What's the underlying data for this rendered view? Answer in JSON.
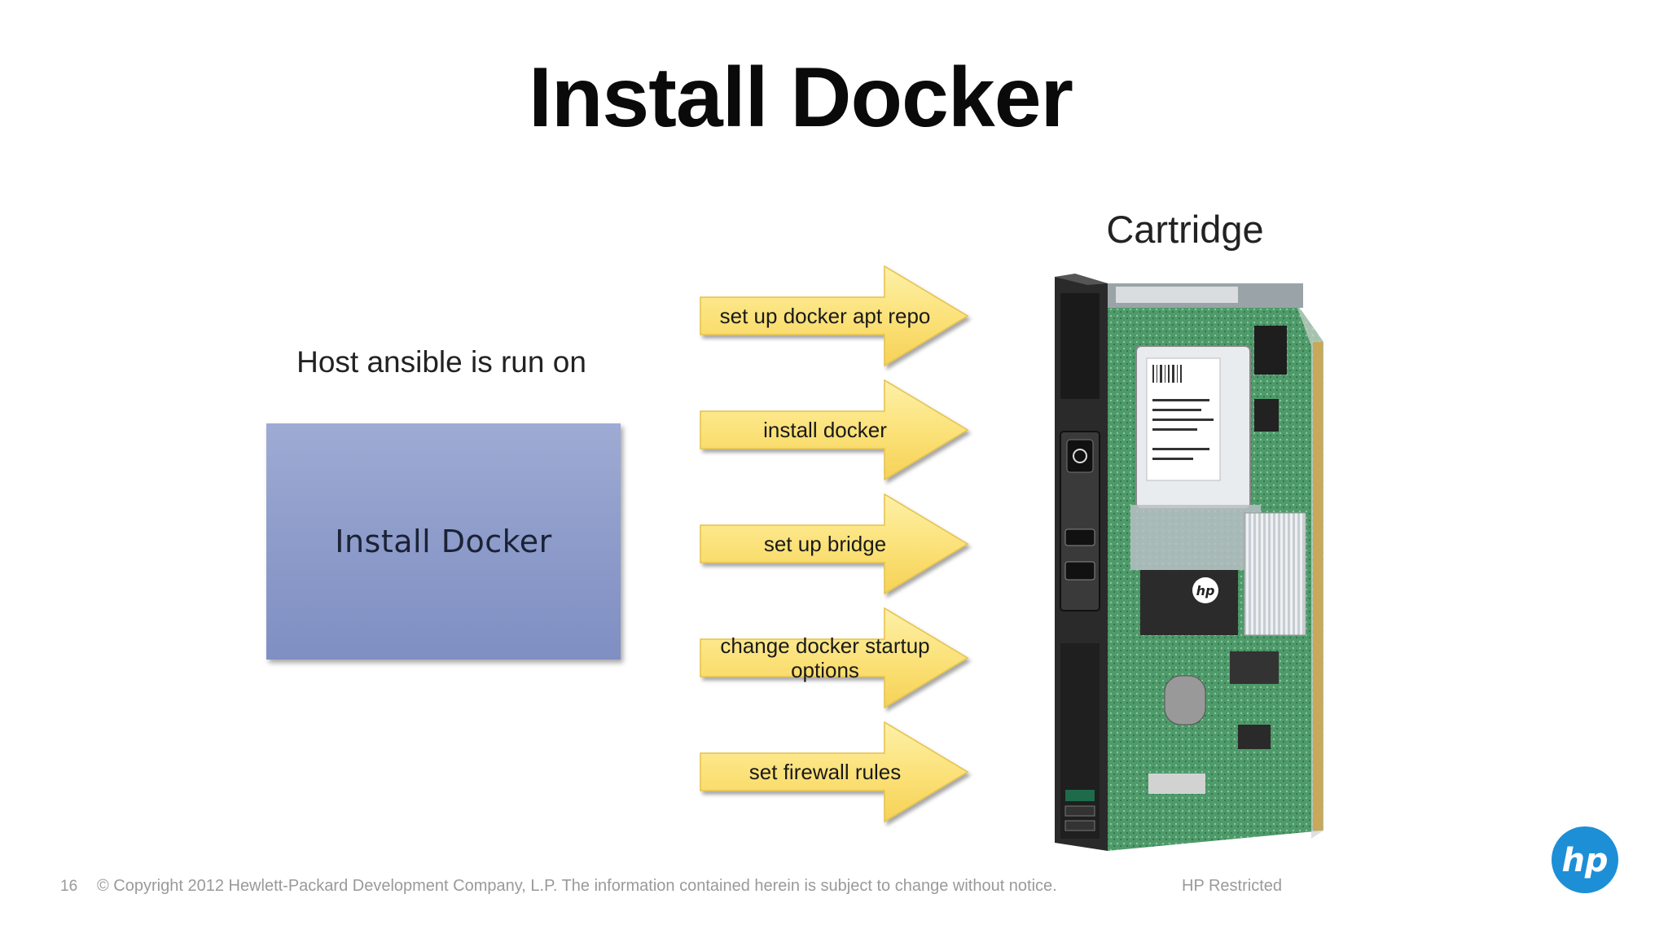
{
  "slide": {
    "title": "Install Docker",
    "page_number": "16",
    "copyright": "© Copyright 2012 Hewlett-Packard Development Company, L.P.  The information contained herein is subject to change without notice.",
    "classification": "HP Restricted",
    "logo_text": "hp"
  },
  "diagram": {
    "host_label": "Host ansible is run on",
    "host_box_text": "Install Docker",
    "target_label": "Cartridge",
    "steps": [
      "set up docker apt repo",
      "install docker",
      "set up bridge",
      "change docker startup options",
      "set firewall rules"
    ]
  },
  "colors": {
    "arrow_fill": "#fbe27a",
    "host_box": "#8f9dcb",
    "hp_blue": "#1d8fd6"
  }
}
